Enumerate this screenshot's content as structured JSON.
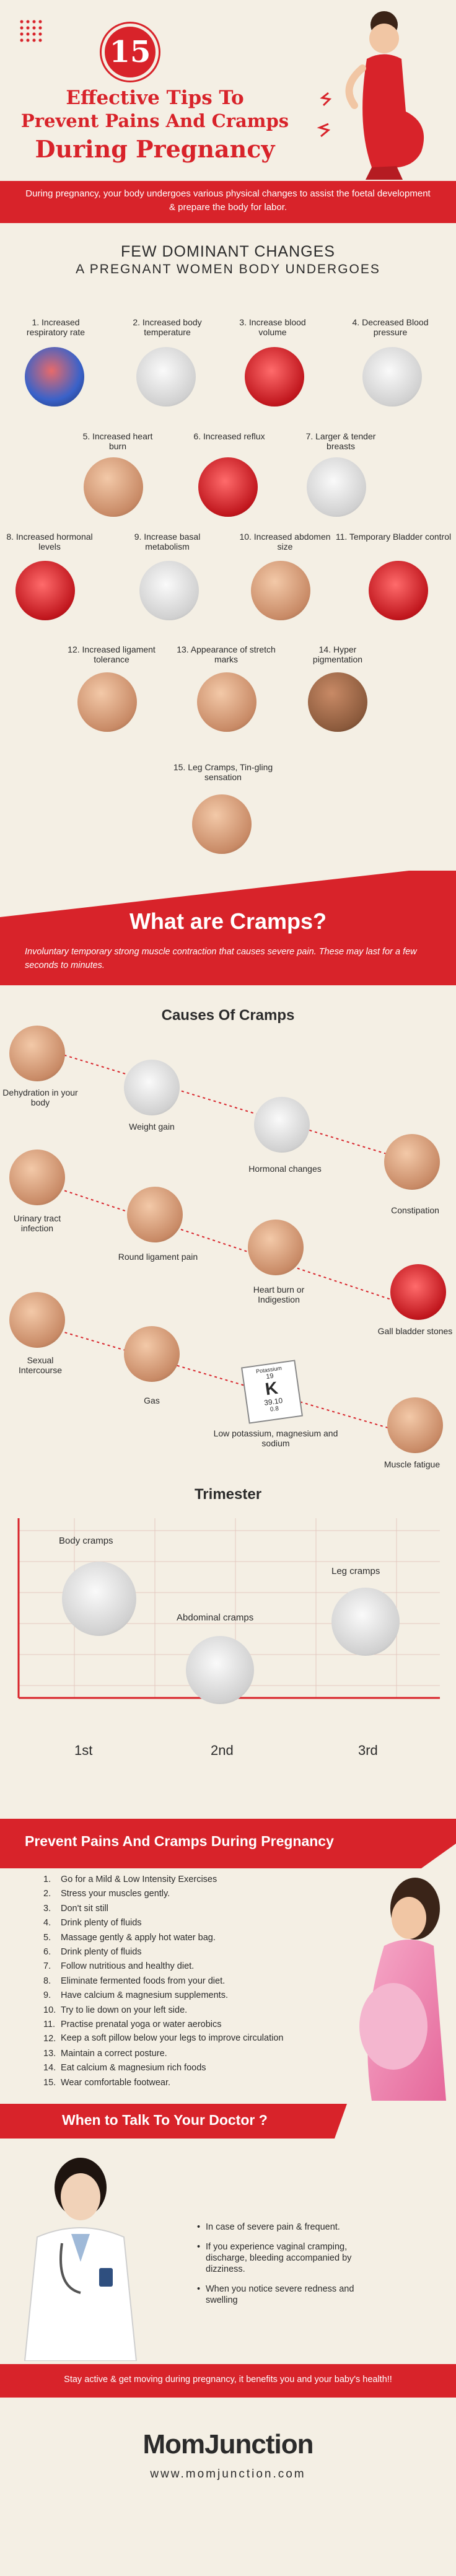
{
  "header": {
    "number": "15",
    "title_line1": "Effective Tips To",
    "title_line2": "Prevent Pains And Cramps",
    "title_line3": "During Pregnancy",
    "intro": "During pregnancy, your body undergoes various physical changes to assist the foetal development & prepare the body for labor."
  },
  "changes": {
    "heading_line1": "FEW DOMINANT CHANGES",
    "heading_line2": "A PREGNANT WOMEN BODY UNDERGOES",
    "items": [
      "1. Increased respiratory rate",
      "2. Increased body temperature",
      "3. Increase blood volume",
      "4. Decreased Blood pressure",
      "5. Increased heart burn",
      "6. Increased reflux",
      "7. Larger & tender breasts",
      "8. Increased hormonal levels",
      "9. Increase basal metabolism",
      "10. Increased abdomen size",
      "11. Temporary Bladder control",
      "12. Increased ligament tolerance",
      "13. Appearance of stretch marks",
      "14. Hyper pigmentation",
      "15. Leg Cramps, Tin-gling sensation"
    ]
  },
  "cramps": {
    "title": "What are Cramps?",
    "definition": "Involuntary temporary strong muscle contraction that causes severe pain. These may last for a few seconds to minutes.",
    "causes_heading": "Causes Of Cramps",
    "causes": [
      "Dehydration in your body",
      "Weight gain",
      "Hormonal changes",
      "Constipation",
      "Urinary tract infection",
      "Round ligament pain",
      "Heart burn or Indigestion",
      "Gall bladder stones",
      "Sexual Intercourse",
      "Gas",
      "Low potassium, magnesium and sodium",
      "Muscle fatigue"
    ],
    "potassium_card": {
      "top": "Potassium",
      "num": "19",
      "symbol": "K",
      "mass": "39.10",
      "extra": "0.8"
    }
  },
  "trimester": {
    "heading": "Trimester",
    "labels": [
      "Body cramps",
      "Abdominal cramps",
      "Leg cramps"
    ],
    "axis": [
      "1st",
      "2nd",
      "3rd"
    ]
  },
  "prevent": {
    "heading": "Prevent Pains And Cramps During Pregnancy",
    "tips": [
      "Go for a Mild & Low Intensity Exercises",
      "Stress your muscles gently.",
      "Don't sit still",
      "Drink plenty of fluids",
      "Massage gently & apply hot water bag.",
      "Drink plenty of fluids",
      "Follow nutritious and healthy diet.",
      "Eliminate fermented foods from your diet.",
      "Have calcium & magnesium supplements.",
      "Try to lie down on your left side.",
      "Practise prenatal yoga or water aerobics",
      "Keep a soft pillow below your legs to improve circulation",
      "Maintain a correct posture.",
      "Eat calcium & magnesium rich foods",
      "Wear comfortable footwear."
    ]
  },
  "doctor": {
    "heading": "When to Talk To Your Doctor ?",
    "items": [
      "In case of severe pain & frequent.",
      "If you experience vaginal cramping, discharge, bleeding accompanied by dizziness.",
      "When you notice severe redness and swelling"
    ]
  },
  "footer": {
    "banner": "Stay active & get moving during pregnancy, it benefits you and your baby's health!!",
    "brand": "MomJunction",
    "url": "www.momjunction.com"
  },
  "colors": {
    "accent": "#d8232a",
    "background": "#f4efe4",
    "text": "#2b2b2b"
  }
}
